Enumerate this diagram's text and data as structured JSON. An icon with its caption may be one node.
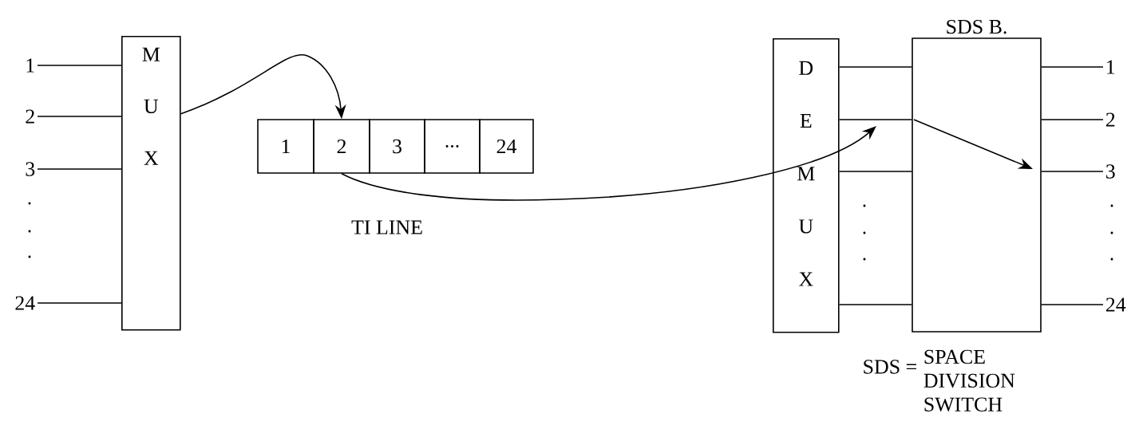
{
  "diagram": {
    "nodes": [
      {
        "text": [
          "1"
        ]
      },
      {
        "text": [
          "2"
        ]
      },
      {
        "text": [
          "3"
        ]
      },
      {
        "text": [
          "24"
        ]
      },
      {
        "text": [
          "M U X"
        ]
      },
      {
        "text": [
          "1"
        ]
      },
      {
        "text": [
          "2"
        ]
      },
      {
        "text": [
          "3"
        ]
      },
      {
        "text": [
          "..."
        ]
      },
      {
        "text": [
          "24"
        ]
      },
      {
        "text": [
          "D E M U X"
        ]
      },
      {
        "text": [
          "SDS B."
        ]
      },
      {
        "text": [
          "1"
        ]
      },
      {
        "text": [
          "2"
        ]
      },
      {
        "text": [
          "3"
        ]
      },
      {
        "text": [
          "24"
        ]
      }
    ],
    "edges": [
      {
        "from": 0,
        "to": 4,
        "arrow": "none"
      },
      {
        "from": 1,
        "to": 4,
        "arrow": "none"
      },
      {
        "from": 2,
        "to": 4,
        "arrow": "none"
      },
      {
        "from": 3,
        "to": 4,
        "arrow": "none"
      },
      {
        "from": 4,
        "to": 6,
        "arrow": "to"
      },
      {
        "from": 6,
        "to": null,
        "arrow": "to"
      },
      {
        "from": 10,
        "to": 11,
        "arrow": "none"
      },
      {
        "from": 10,
        "to": 11,
        "arrow": "none"
      },
      {
        "from": 10,
        "to": 11,
        "arrow": "none"
      },
      {
        "from": 10,
        "to": 11,
        "arrow": "none"
      },
      {
        "from": 11,
        "to": 12,
        "arrow": "none"
      },
      {
        "from": 11,
        "to": 13,
        "arrow": "none"
      },
      {
        "from": 11,
        "to": 14,
        "arrow": "none"
      },
      {
        "from": 11,
        "to": 15,
        "arrow": "none"
      }
    ],
    "labels": [
      "TI LINE",
      "SDS =",
      "SPACE DIVISION SWITCH"
    ]
  }
}
